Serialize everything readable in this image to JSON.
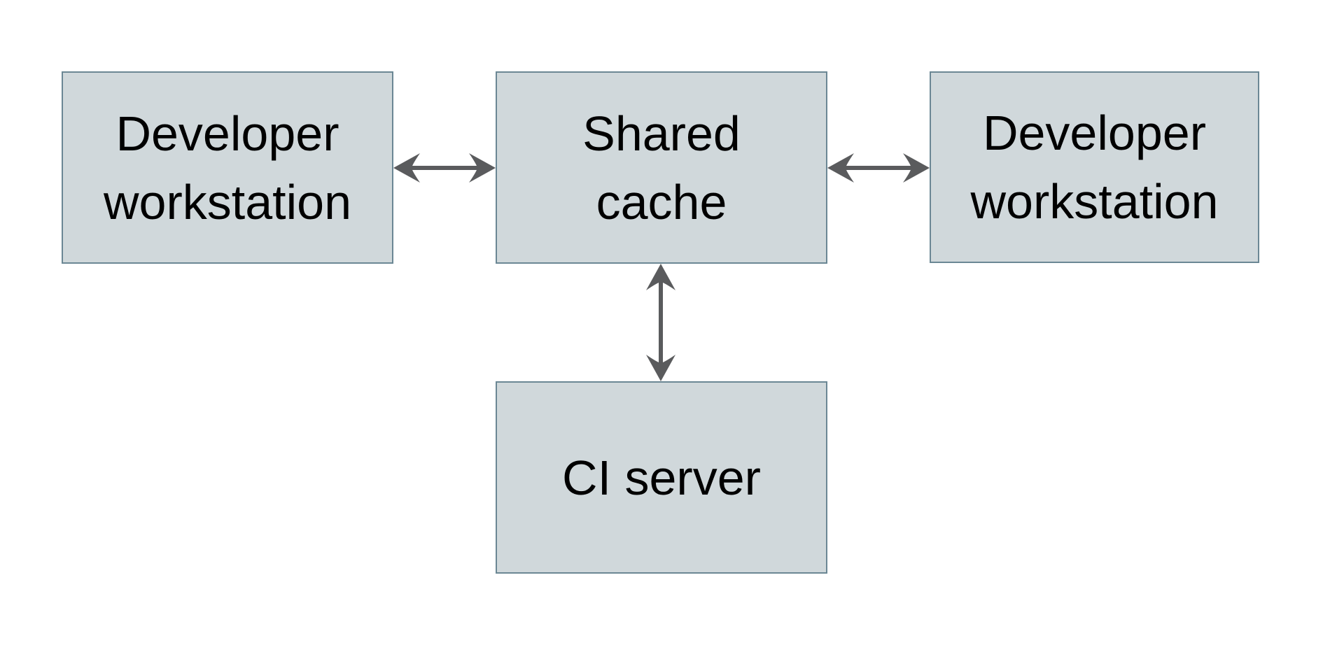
{
  "colors": {
    "background": "#ffffff",
    "node-fill": "#d0d8db",
    "node-border": "#6b8794",
    "arrow": "#5a5b5d",
    "text": "#000000"
  },
  "diagram": {
    "type": "flow-diagram",
    "nodes": [
      {
        "id": "developer-workstation-left",
        "label": "Developer\nworkstation"
      },
      {
        "id": "shared-cache",
        "label": "Shared\ncache"
      },
      {
        "id": "developer-workstation-right",
        "label": "Developer\nworkstation"
      },
      {
        "id": "ci-server",
        "label": "CI server"
      }
    ],
    "edges": [
      {
        "from": "developer-workstation-left",
        "to": "shared-cache",
        "direction": "bidirectional"
      },
      {
        "from": "shared-cache",
        "to": "developer-workstation-right",
        "direction": "bidirectional"
      },
      {
        "from": "shared-cache",
        "to": "ci-server",
        "direction": "bidirectional"
      }
    ]
  }
}
